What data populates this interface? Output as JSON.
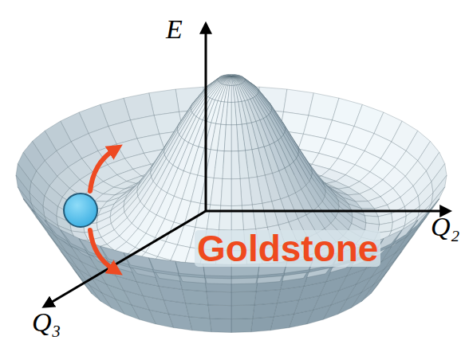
{
  "diagram": {
    "labels": [
      "E",
      "Q₂",
      "Q₃",
      "Goldstone"
    ]
  }
}
